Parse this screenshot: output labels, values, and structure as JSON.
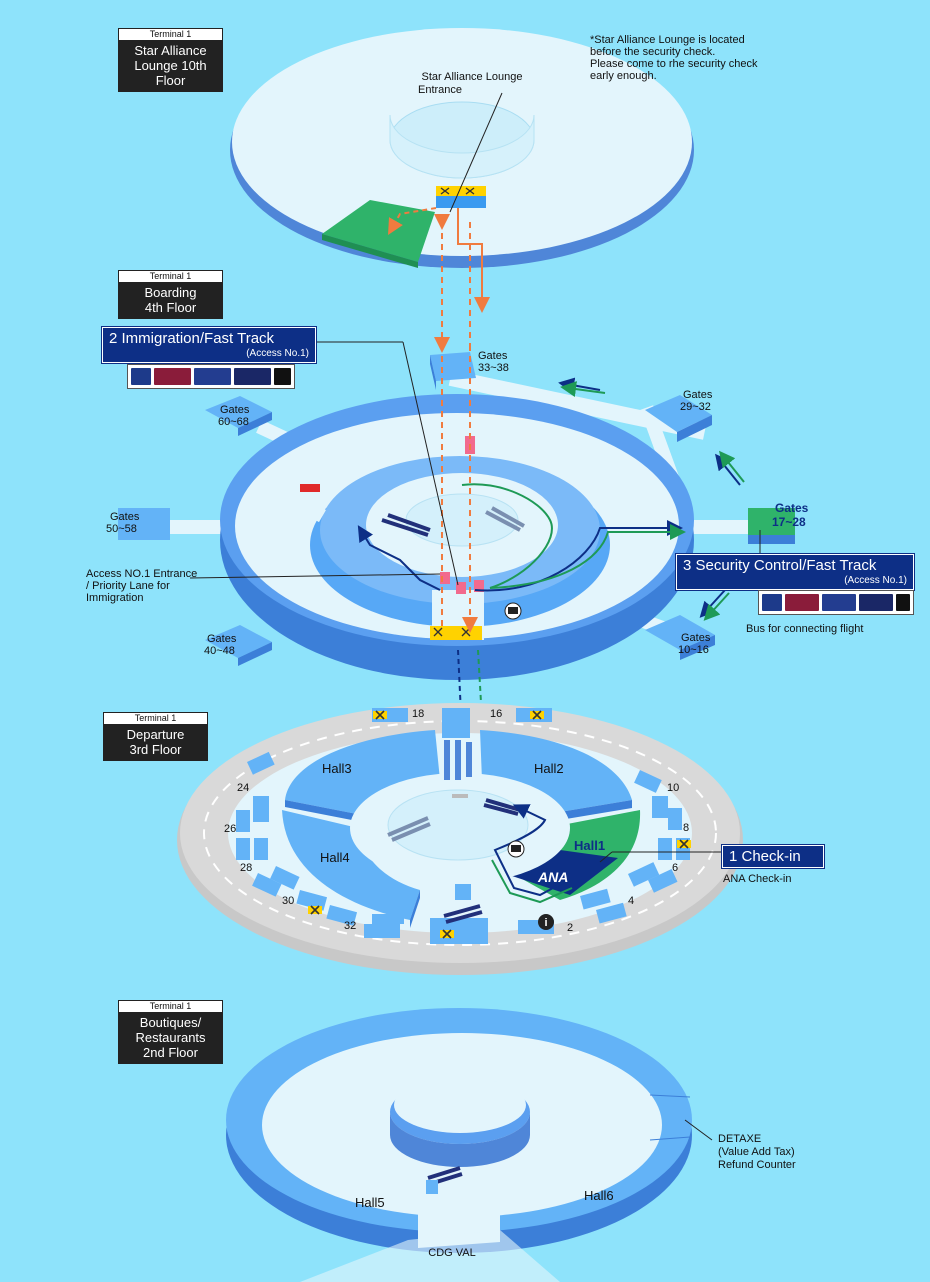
{
  "floors": {
    "lounge": {
      "terminal": "Terminal 1",
      "name": "Star Alliance Lounge 10th Floor"
    },
    "boarding": {
      "terminal": "Terminal 1",
      "name_l1": "Boarding",
      "name_l2": "4th Floor"
    },
    "departure": {
      "terminal": "Terminal 1",
      "name_l1": "Departure",
      "name_l2": "3rd Floor"
    },
    "boutiques": {
      "terminal": "Terminal 1",
      "name_l1": "Boutiques/",
      "name_l2": "Restaurants",
      "name_l3": "2nd Floor"
    }
  },
  "notes": {
    "lounge_note_l1": "*Star Alliance Lounge is located",
    "lounge_note_l2": "before the security check.",
    "lounge_note_l3": "Please come to rhe security check",
    "lounge_note_l4": "early enough.",
    "lounge_entrance_l1": "Star Alliance Lounge",
    "lounge_entrance_l2": "Entrance",
    "access_l1": "Access NO.1 Entrance",
    "access_l2": "/ Priority Lane for",
    "access_l3": "Immigration",
    "bus": "Bus for connecting flight",
    "ana_checkin": "ANA Check-in",
    "detaxe_l1": "DETAXE",
    "detaxe_l2": "(Value Add Tax)",
    "detaxe_l3": "Refund Counter",
    "cdg_val": "CDG VAL"
  },
  "callouts": {
    "immigration": {
      "title": "2 Immigration/Fast Track",
      "sub": "(Access No.1)"
    },
    "security": {
      "title": "3 Security Control/Fast Track",
      "sub": "(Access No.1)"
    },
    "checkin": {
      "title": "1 Check-in"
    }
  },
  "gates": {
    "g33": {
      "l1": "Gates",
      "l2": "33~38"
    },
    "g29": {
      "l1": "Gates",
      "l2": "29~32"
    },
    "g60": {
      "l1": "Gates",
      "l2": "60~68"
    },
    "g50": {
      "l1": "Gates",
      "l2": "50~58"
    },
    "g17": {
      "l1": "Gates",
      "l2": "17~28"
    },
    "g40": {
      "l1": "Gates",
      "l2": "40~48"
    },
    "g10": {
      "l1": "Gates",
      "l2": "10~16"
    }
  },
  "halls": {
    "hall1": "Hall1",
    "hall2": "Hall2",
    "hall3": "Hall3",
    "hall4": "Hall4",
    "hall5": "Hall5",
    "hall6": "Hall6",
    "ana": "ANA"
  },
  "counters": [
    "18",
    "16",
    "10",
    "8",
    "6",
    "4",
    "2",
    "24",
    "26",
    "28",
    "30",
    "32"
  ],
  "colors": {
    "background": "#8ee3fb",
    "ring": "#63b3f7",
    "ring_dark": "#3c7fd8",
    "floor": "#e3f5fc",
    "lounge_green": "#2fb36a",
    "navy": "#0d2f86",
    "orange": "#f07b3f"
  }
}
